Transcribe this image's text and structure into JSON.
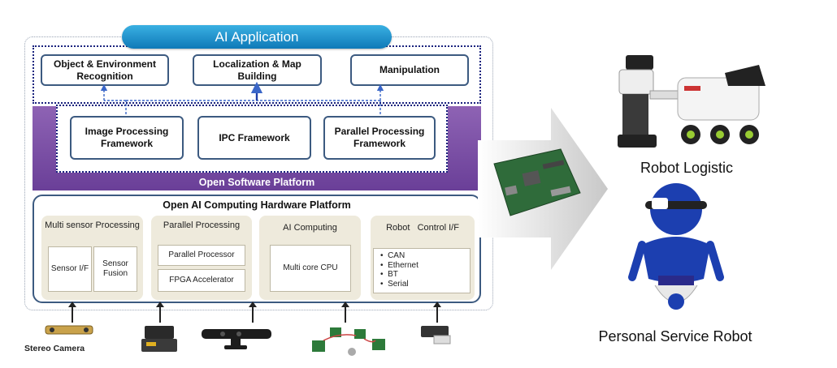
{
  "ai_application": {
    "title": "AI Application",
    "boxes": [
      "Object & Environment Recognition",
      "Localization & Map Building",
      "Manipulation"
    ]
  },
  "open_software_platform": {
    "label": "Open Software Platform",
    "boxes": [
      "Image Processing Framework",
      "IPC Framework",
      "Parallel Processing Framework"
    ]
  },
  "hardware_platform": {
    "title": "Open AI Computing Hardware Platform",
    "columns": [
      {
        "title": "Multi sensor Processing",
        "items": [
          "Sensor I/F",
          "Sensor Fusion"
        ]
      },
      {
        "title": "Parallel Processing",
        "items": [
          "Parallel Processor",
          "FPGA Accelerator"
        ]
      },
      {
        "title": "AI Computing",
        "items": [
          "Multi core CPU"
        ]
      },
      {
        "title": "Robot   Control I/F",
        "items": [
          "CAN",
          "Ethernet",
          "BT",
          "Serial"
        ]
      }
    ]
  },
  "sensors": {
    "stereo_camera_label": "Stereo Camera"
  },
  "robots": {
    "logistic_label": "Robot Logistic",
    "service_label": "Personal Service Robot"
  },
  "colors": {
    "banner": "#1a8fcf",
    "software_platform": "#7a4fa6",
    "box_border": "#3c5a80",
    "hw_column": "#eeeadc",
    "dashed_arrows": "#3a66c8"
  }
}
